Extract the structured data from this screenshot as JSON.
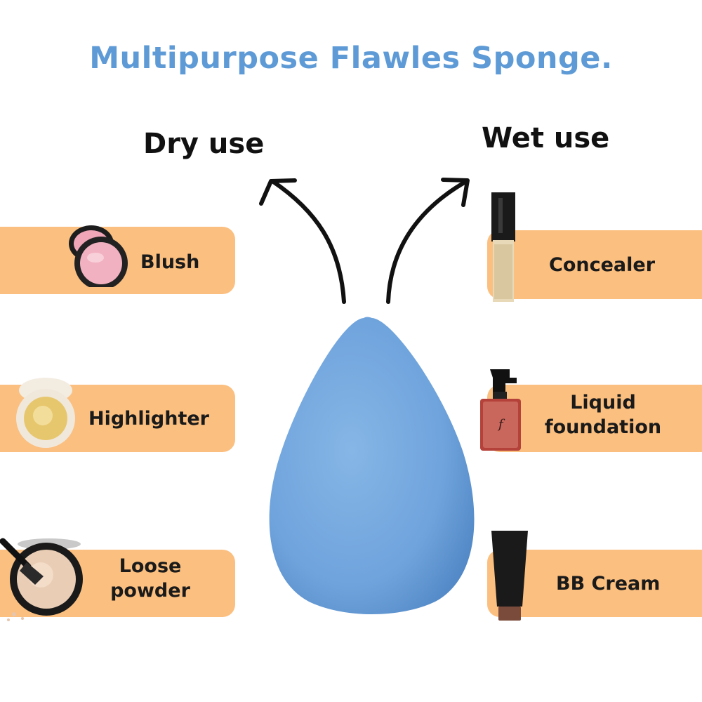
{
  "title": "Multipurpose Flawles Sponge.",
  "dry": {
    "heading": "Dry use",
    "items": [
      {
        "label": "Blush",
        "icon": "blush-compact-icon"
      },
      {
        "label": "Highlighter",
        "icon": "highlighter-compact-icon"
      },
      {
        "label_line1": "Loose",
        "label_line2": "powder",
        "icon": "loose-powder-icon"
      }
    ]
  },
  "wet": {
    "heading": "Wet use",
    "items": [
      {
        "label": "Concealer",
        "icon": "concealer-tube-icon"
      },
      {
        "label_line1": "Liquid",
        "label_line2": "foundation",
        "icon": "foundation-bottle-icon"
      },
      {
        "label": "BB Cream",
        "icon": "bb-cream-tube-icon"
      }
    ]
  },
  "colors": {
    "title": "#5e9bd6",
    "pill": "#fbbf7f",
    "sponge": "#6fa3dc",
    "text": "#1a1a1a"
  }
}
